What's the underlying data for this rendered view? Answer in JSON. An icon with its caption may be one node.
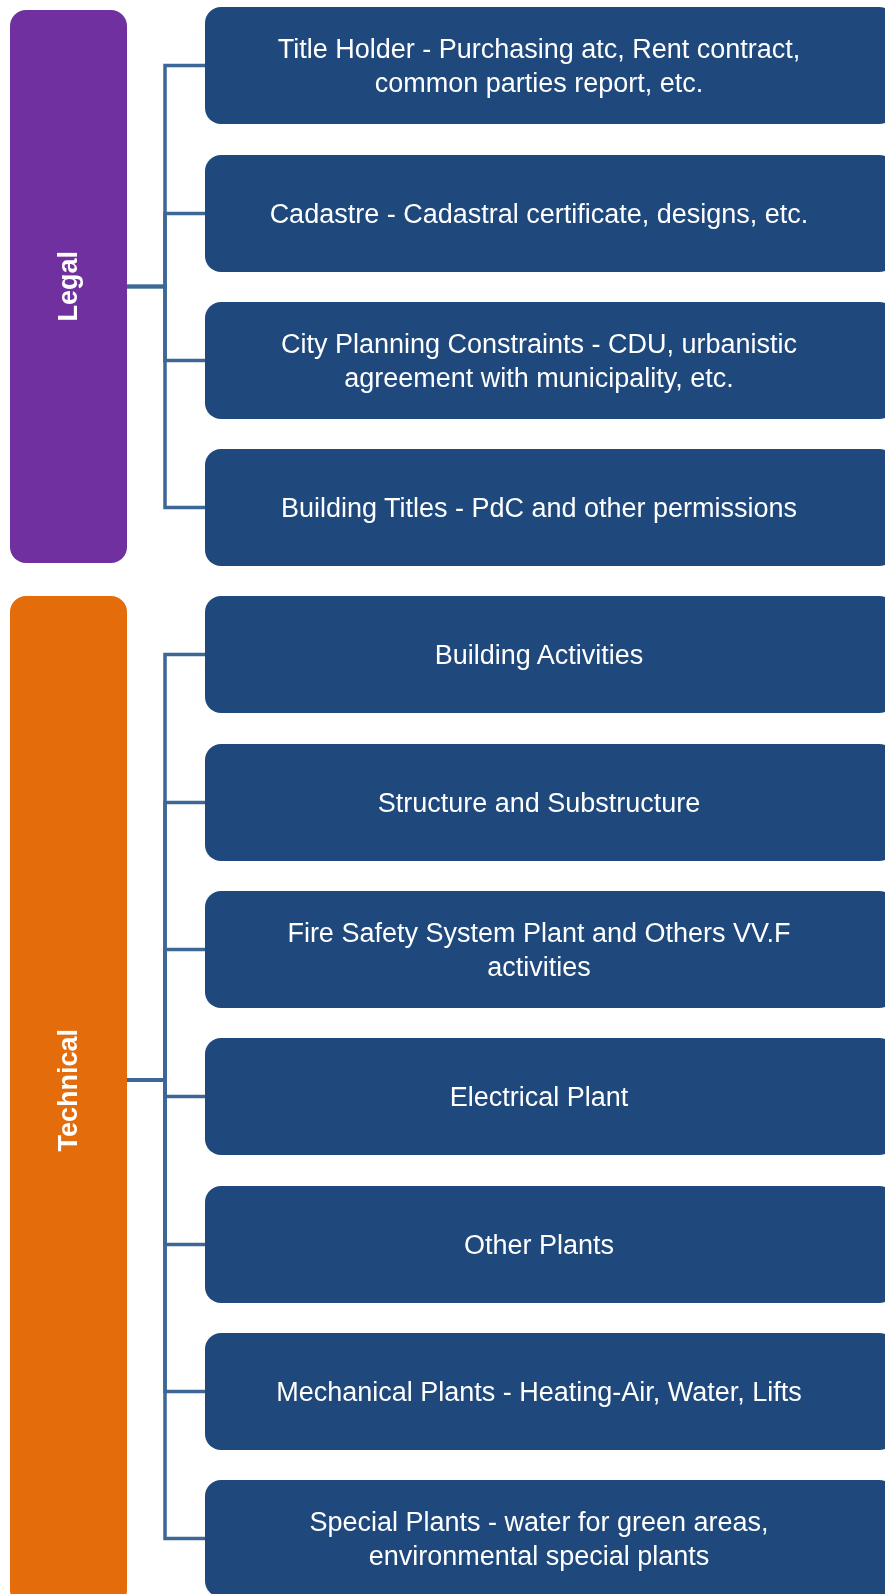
{
  "diagram": {
    "nodes": [
      {
        "text": [
          "Legal"
        ]
      },
      {
        "text": [
          "Title Holder - Purchasing atc, Rent contract, common parties report, etc."
        ]
      },
      {
        "text": [
          "Cadastre - Cadastral certificate, designs, etc."
        ]
      },
      {
        "text": [
          "City Planning Constraints - CDU, urbanistic agreement with municipality, etc."
        ]
      },
      {
        "text": [
          "Building Titles - PdC and other permissions"
        ]
      },
      {
        "text": [
          "Technical"
        ]
      },
      {
        "text": [
          "Building Activities"
        ]
      },
      {
        "text": [
          "Structure and Substructure"
        ]
      },
      {
        "text": [
          "Fire Safety System Plant and Others VV.F activities"
        ]
      },
      {
        "text": [
          "Electrical Plant"
        ]
      },
      {
        "text": [
          "Other Plants"
        ]
      },
      {
        "text": [
          "Mechanical Plants - Heating-Air, Water, Lifts"
        ]
      },
      {
        "text": [
          "Special Plants - water for green areas, environmental special plants"
        ]
      }
    ],
    "edges": [
      {
        "from": 0,
        "to": 1,
        "arrow": "none"
      },
      {
        "from": 0,
        "to": 2,
        "arrow": "none"
      },
      {
        "from": 0,
        "to": 3,
        "arrow": "none"
      },
      {
        "from": 0,
        "to": 4,
        "arrow": "none"
      },
      {
        "from": 5,
        "to": 6,
        "arrow": "none"
      },
      {
        "from": 5,
        "to": 7,
        "arrow": "none"
      },
      {
        "from": 5,
        "to": 8,
        "arrow": "none"
      },
      {
        "from": 5,
        "to": 9,
        "arrow": "none"
      },
      {
        "from": 5,
        "to": 10,
        "arrow": "none"
      },
      {
        "from": 5,
        "to": 11,
        "arrow": "none"
      },
      {
        "from": 5,
        "to": 12,
        "arrow": "none"
      }
    ]
  }
}
